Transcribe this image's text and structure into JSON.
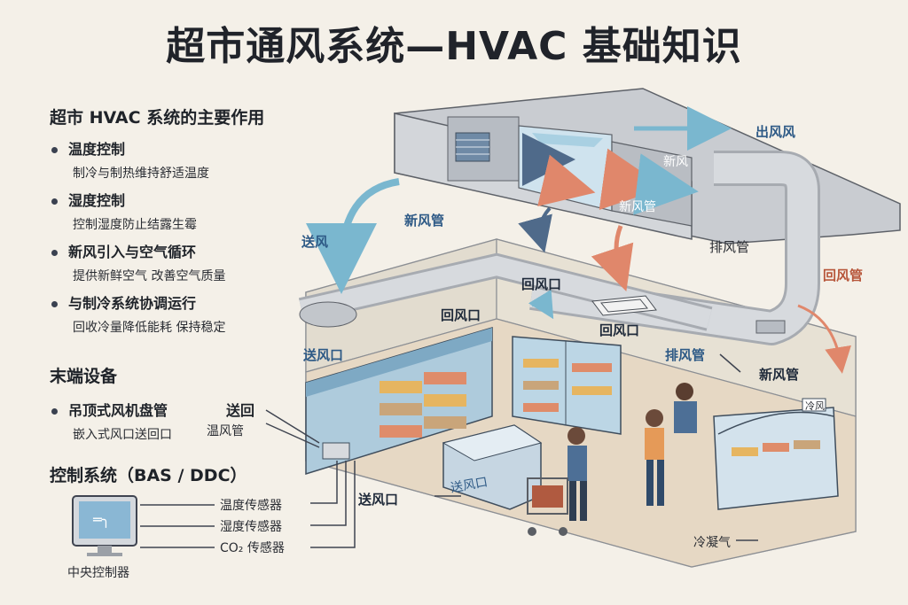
{
  "title": "超市通风系统—HVAC 基础知识",
  "left_panel": {
    "section1_heading": "超市 HVAC 系统的主要作用",
    "items": [
      {
        "title": "温度控制",
        "sub": "制冷与制热维持舒适温度"
      },
      {
        "title": "湿度控制",
        "sub": "控制湿度防止结露生霉"
      },
      {
        "title": "新风引入与空气循环",
        "sub": "提供新鲜空气 改善空气质量"
      },
      {
        "title": "与制冷系统协调运行",
        "sub": "回收冷量降低能耗 保持稳定"
      }
    ],
    "section2_heading": "末端设备",
    "terminal_item": {
      "title": "吊顶式风机盘管",
      "sub": "嵌入式风口送回口",
      "side_top": "送回",
      "side_bottom": "温风管"
    },
    "section3_heading": "控制系统（BAS / DDC）",
    "sensors": [
      "温度传感器",
      "湿度传感器",
      "CO₂ 传感器"
    ],
    "monitor_label": "中央控制器",
    "monitor_screen": "═╮"
  },
  "diagram_labels": {
    "outlet_air": "出风风",
    "fresh_air_pipe": "新风管",
    "unit_fresh": "新风",
    "unit_inner": "新风管",
    "exhaust_pipe": "排风管",
    "return_pipe": "回风管",
    "supply_air": "送风",
    "return_outlet_1": "回风口",
    "return_outlet_2": "回风口",
    "return_outlet_3": "回风口",
    "supply_outlet": "送风口",
    "exhaust_fan": "排风管",
    "fresh_fan": "新风管",
    "supply_outlet_floor": "送风口",
    "freezer_tag": "送风口",
    "case_tag": "冷风",
    "cold_air": "冷凝气"
  },
  "colors": {
    "supply_blue": "#7ab7cf",
    "return_orange": "#e0876b",
    "duct_gray": "#c9ccd1",
    "shelf_blue": "#9ec6dd"
  }
}
